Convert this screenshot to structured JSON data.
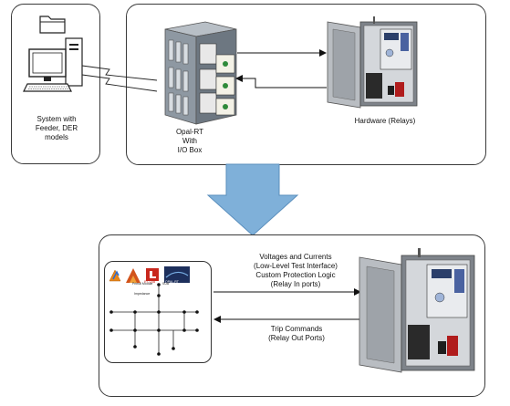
{
  "computer_box": {
    "caption_lines": [
      "System with",
      "Feeder, DER",
      "models"
    ]
  },
  "opal_box": {
    "simulator_caption_lines": [
      "Opal-RT",
      "With",
      "I/O Box"
    ],
    "hardware_caption": "Hardware (Relays)"
  },
  "bottom_box": {
    "arrow_right_lines": [
      "Voltages and Currents",
      "(Low-Level Test Interface)",
      "Custom Protection Logic",
      "(Relay In ports)"
    ],
    "arrow_left_lines": [
      "Trip Commands",
      "(Relay Out Ports)"
    ],
    "software_logo_labels": [
      "RT-LAB",
      "OPAL-RT"
    ],
    "feeder_labels": [
      "Primal Module",
      "Impedance",
      "SUB"
    ]
  },
  "colors": {
    "big_arrow": "#7fb0d9",
    "big_arrow_edge": "#5b8fbd",
    "cabinet": "#8a8e94",
    "cabinet_panel": "#c9ccd0",
    "rack": "#7a8590"
  }
}
